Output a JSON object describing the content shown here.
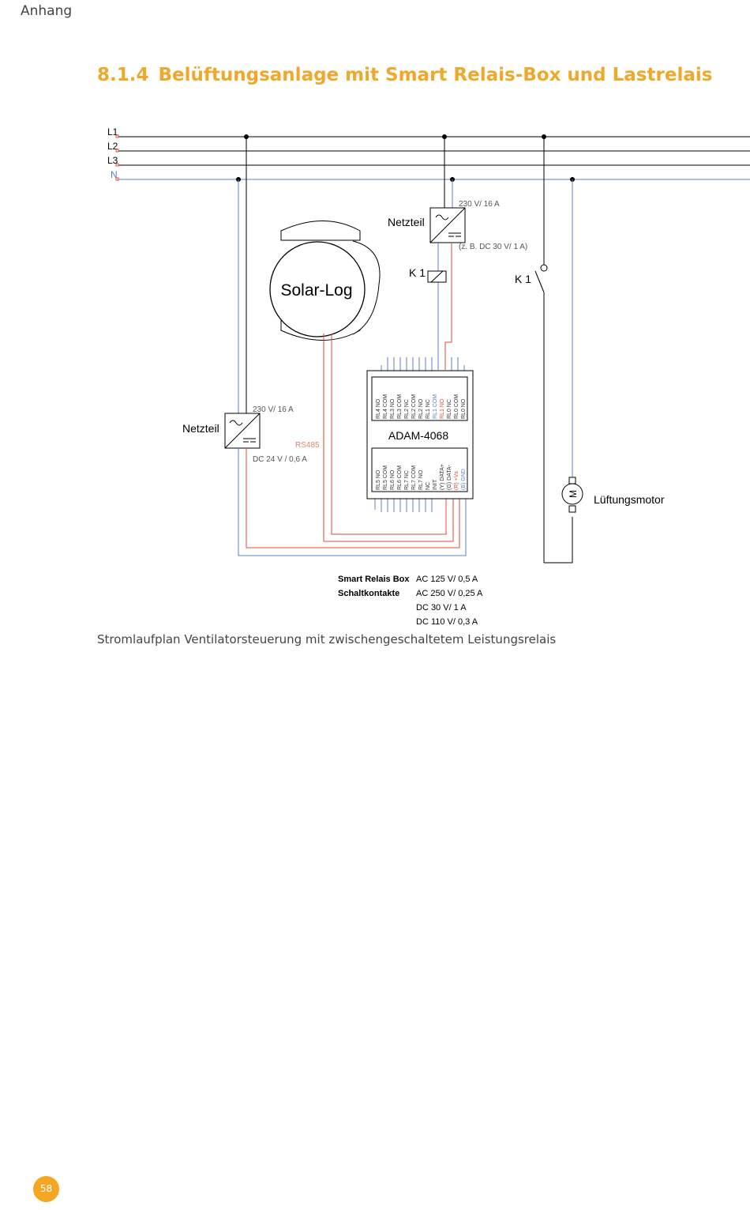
{
  "header": {
    "section": "Anhang"
  },
  "heading": {
    "number": "8.1.4",
    "title": "Belüftungsanlage mit Smart Relais-Box und Lastrelais"
  },
  "diagram": {
    "phases": [
      "L1",
      "L2",
      "L3",
      "N"
    ],
    "psu_top": {
      "label": "Netzteil",
      "rating": "230 V/ 16 A",
      "output": "(z. B. DC 30 V/ 1 A)"
    },
    "psu_left": {
      "label": "Netzteil",
      "rating": "230 V/ 16 A",
      "bus": "RS485",
      "output": "DC 24 V / 0,6 A"
    },
    "relay_coil": "K 1",
    "relay_contact": "K 1",
    "solar_log": "Solar-Log",
    "adam": "ADAM-4068",
    "top_terminals": [
      "RL4 NO",
      "RL4 COM",
      "RL3 NO",
      "RL3 COM",
      "RL2 NC",
      "RL2 COM",
      "RL2 NO",
      "RL1 NC",
      "RL1 COM",
      "RL1 NO",
      "RL0 NC",
      "RL0 COM",
      "RL0 NO"
    ],
    "bottom_terminals": [
      "RL5 NO",
      "RL5 COM",
      "RL6 NO",
      "RL6 COM",
      "RL7 NC",
      "RL7 COM",
      "RL7 NO",
      "NC",
      "INIT",
      "(Y) DATA+",
      "(G) DATA-",
      "(R) +Vs",
      "(B) GND"
    ],
    "motor_symbol": "M",
    "motor_label": "Lüftungsmotor",
    "specs": {
      "title_line1": "Smart Relais Box",
      "title_line2": "Schaltkontakte",
      "values": [
        "AC 125 V/ 0,5 A",
        "AC 250 V/ 0,25 A",
        "DC 30 V/ 1 A",
        "DC 110 V/ 0,3 A"
      ]
    },
    "colors": {
      "blue_wire": "#5b7fc7",
      "red_wire": "#e04a3a",
      "accent": "#f0a82a"
    }
  },
  "caption": "Stromlaufplan Ventilatorsteuerung mit zwischengeschaltetem Leistungsrelais",
  "footer": {
    "page": "58"
  }
}
